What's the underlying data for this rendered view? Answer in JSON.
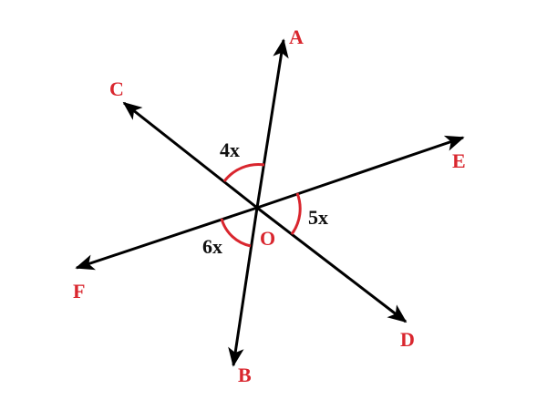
{
  "diagram": {
    "points": {
      "A": "A",
      "B": "B",
      "C": "C",
      "D": "D",
      "E": "E",
      "F": "F",
      "O": "O"
    },
    "angles": {
      "AOC": "4x",
      "EOD": "5x",
      "FOB": "6x"
    },
    "colors": {
      "labels": "#d9262e",
      "arcs": "#d9262e",
      "lines": "#000000"
    }
  }
}
